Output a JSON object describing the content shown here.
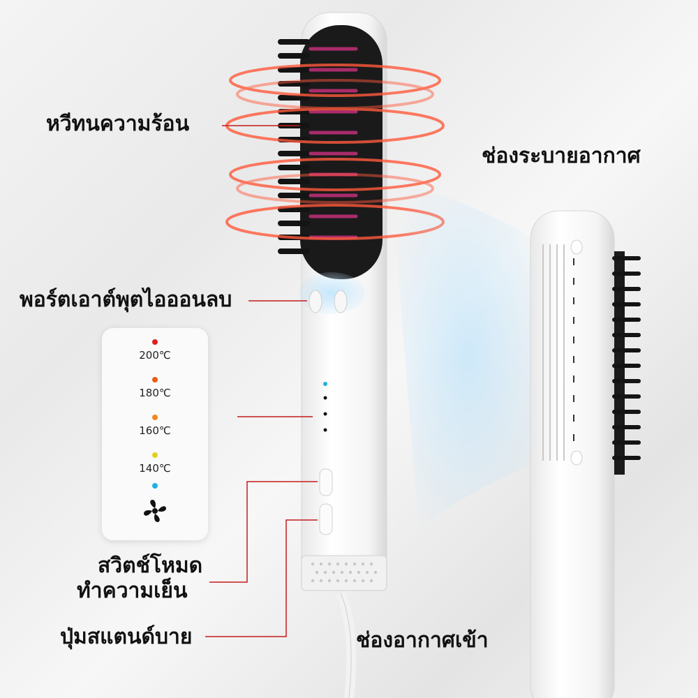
{
  "labels": {
    "heat_resistant_comb": "หวีทนความร้อน",
    "exhaust_vent": "ช่องระบายอากาศ",
    "negative_ion_outlet": "พอร์ตเอาต์พุตไอออนลบ",
    "cool_mode_switch_line1": "สวิตช์โหมด",
    "cool_mode_switch_line2": "ทำความเย็น",
    "stand_button": "ปุ่มสแตนด์บาย",
    "air_intake": "ช่องอากาศเข้า"
  },
  "temperatures": [
    {
      "label": "200℃",
      "color": "#e02020"
    },
    {
      "label": "180℃",
      "color": "#f05a14"
    },
    {
      "label": "160℃",
      "color": "#f08a1e"
    },
    {
      "label": "140℃",
      "color": "#e0d020"
    },
    {
      "label": "",
      "color": "#1fb0e0"
    }
  ],
  "colors": {
    "accent_line": "#c41b1b",
    "heat_ring": "#ff5a3c",
    "air_flow": "#9fd4f5"
  },
  "icons": {
    "cool_mode": "fan-icon"
  }
}
